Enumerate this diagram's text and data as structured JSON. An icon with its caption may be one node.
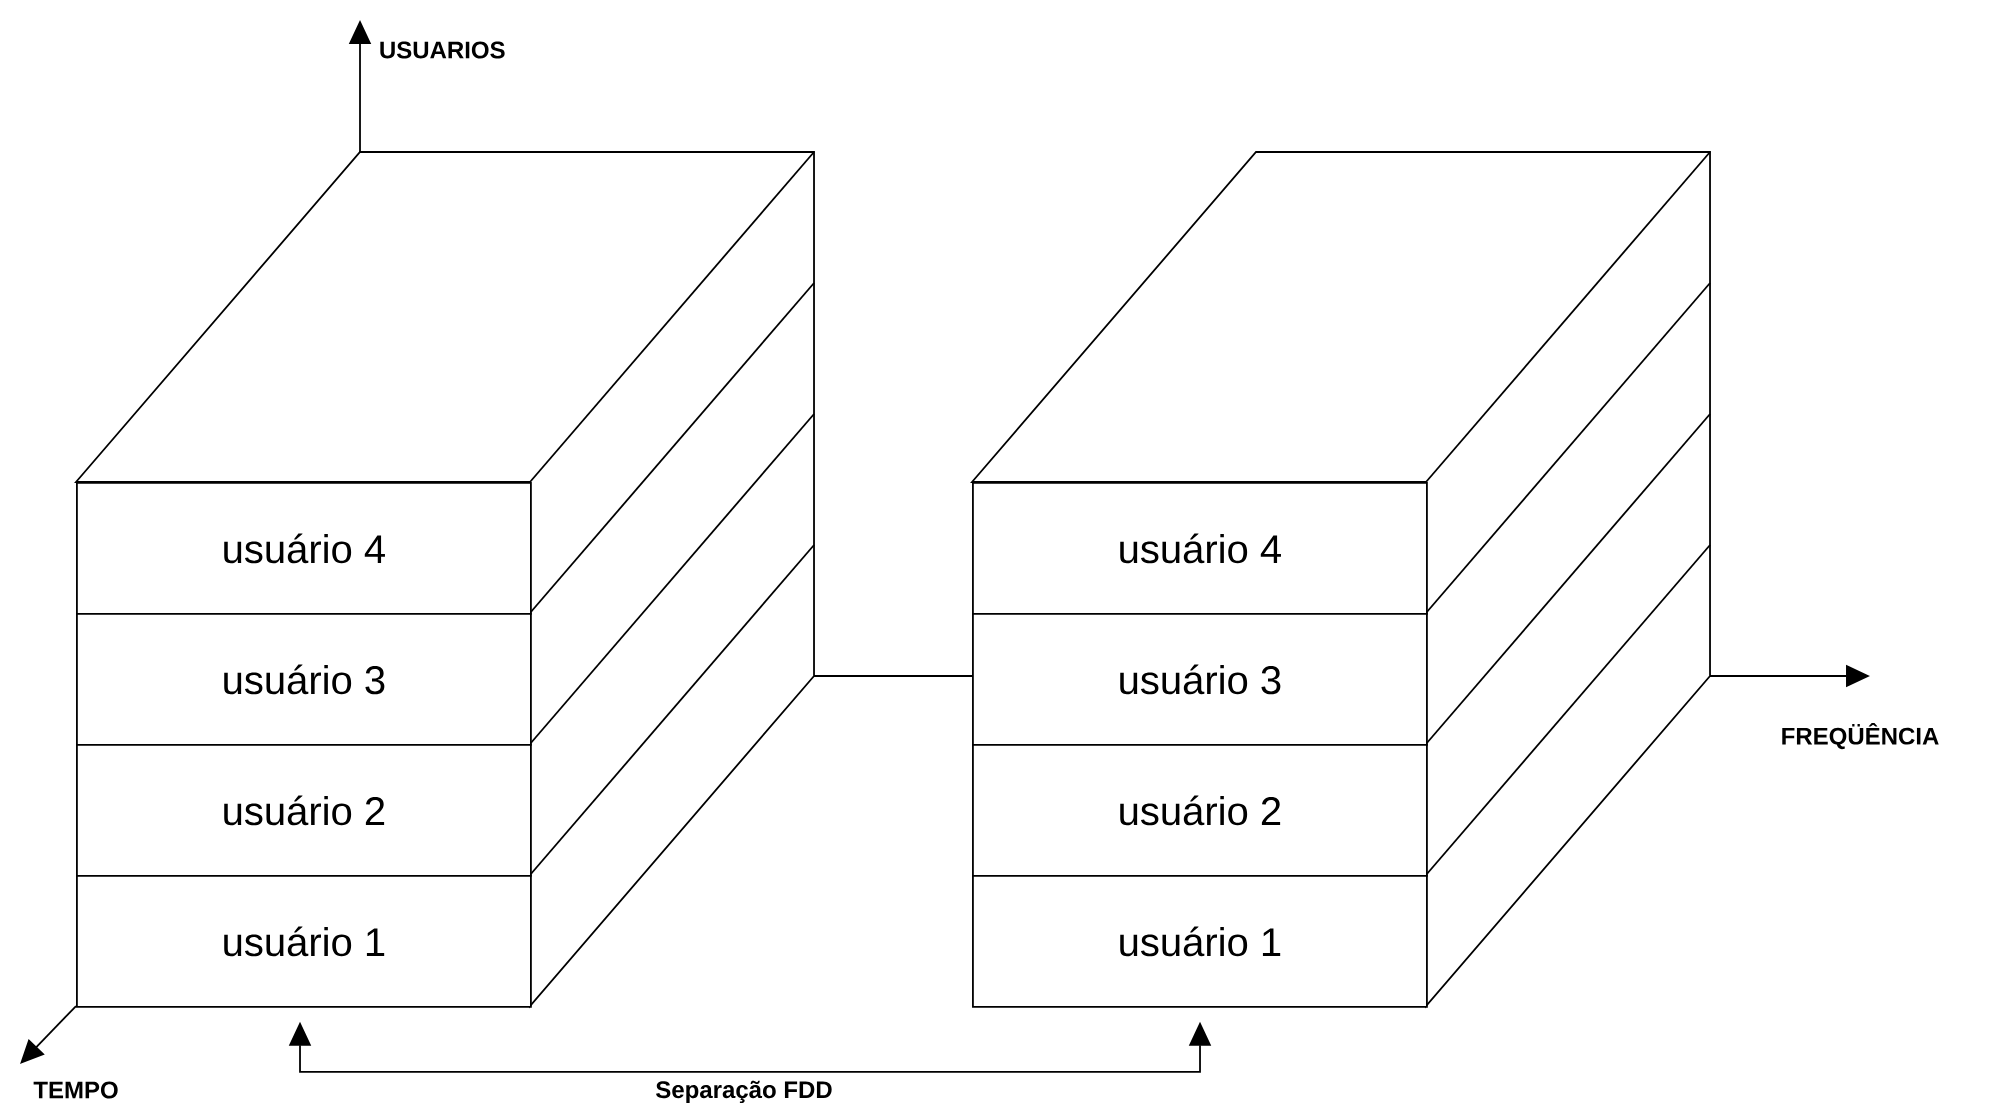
{
  "diagram": {
    "nodes": [
      {
        "text": [],
        "shape": "box"
      },
      {
        "text": [
          "usuário 4"
        ],
        "in": 0
      },
      {
        "text": [
          "usuário 3"
        ],
        "in": 0
      },
      {
        "text": [
          "usuário 2"
        ],
        "in": 0
      },
      {
        "text": [
          "usuário 1"
        ],
        "in": 0
      },
      {
        "text": [],
        "shape": "box"
      },
      {
        "text": [
          "usuário 4"
        ],
        "in": 5
      },
      {
        "text": [
          "usuário 3"
        ],
        "in": 5
      },
      {
        "text": [
          "usuário 2"
        ],
        "in": 5
      },
      {
        "text": [
          "usuário 1"
        ],
        "in": 5
      }
    ],
    "edges": [
      {
        "from": 4,
        "to": 9,
        "arrow": "both",
        "label": "Separação FDD"
      }
    ],
    "labels": [
      "USUARIOS",
      "FREQÜÊNCIA",
      "TEMPO"
    ]
  }
}
